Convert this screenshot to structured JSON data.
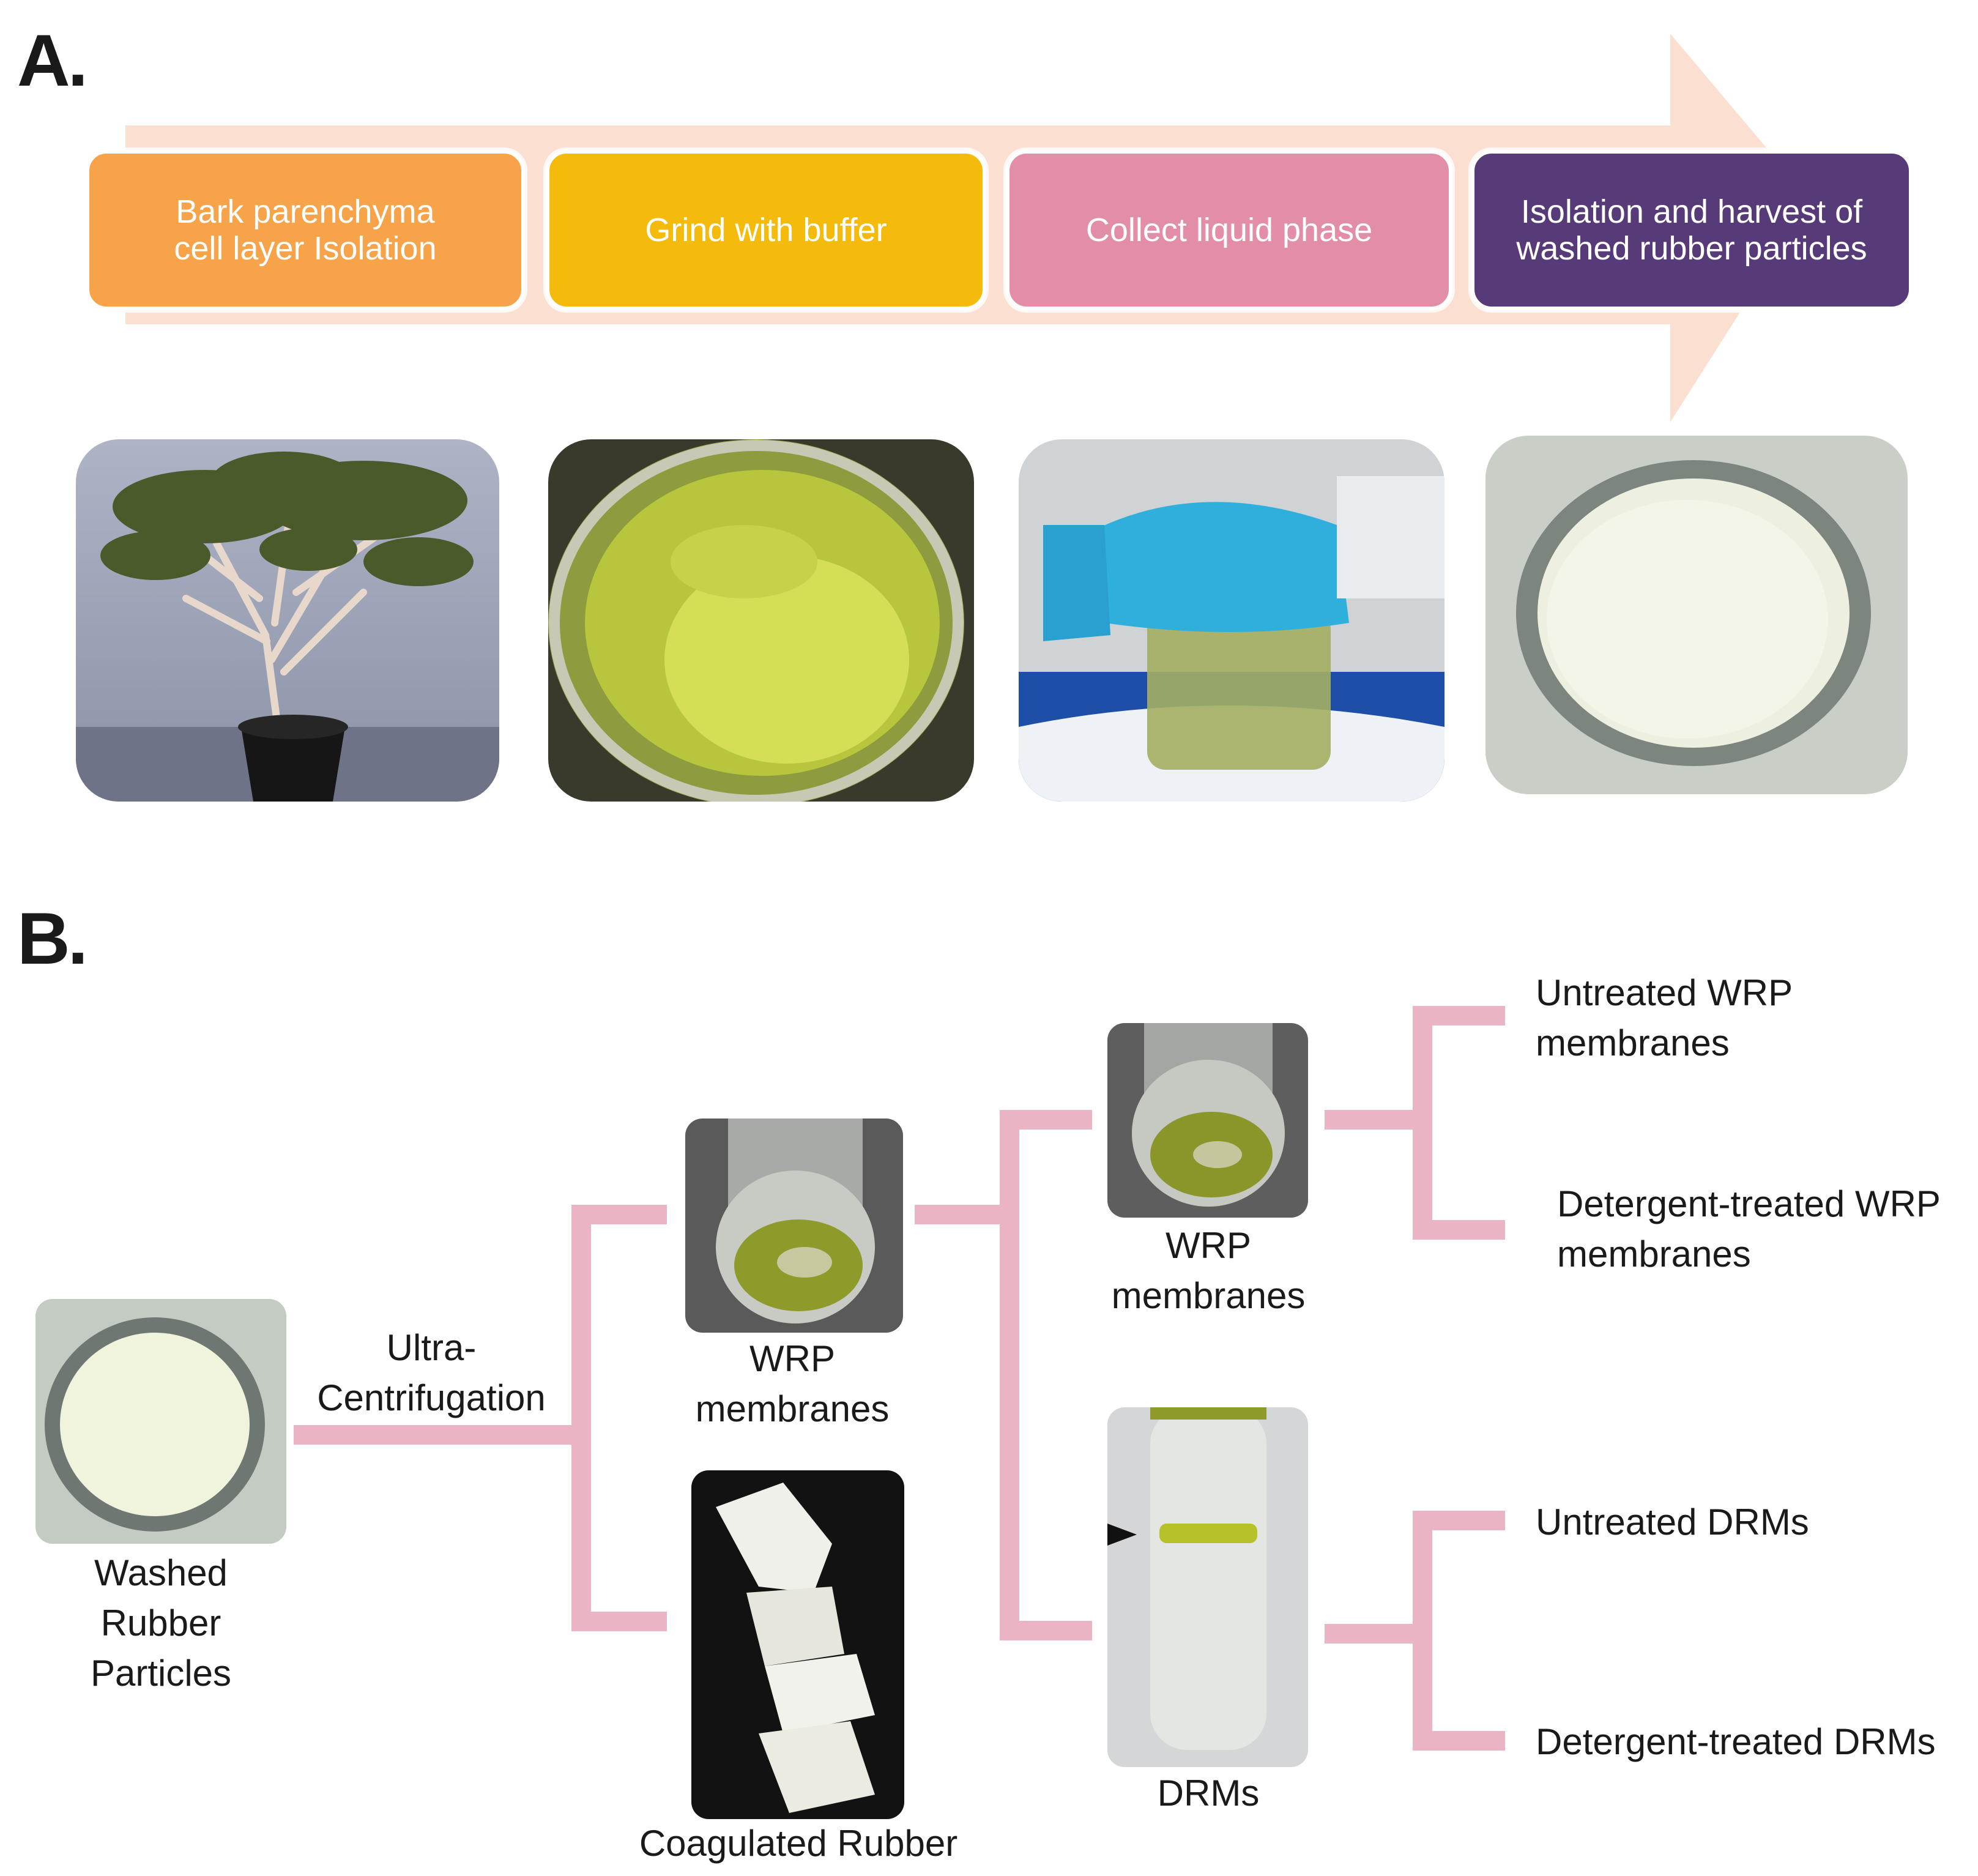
{
  "panel_a": {
    "label": "A.",
    "colors": {
      "arrow": "#fbe0d2",
      "step1": "#f7a34a",
      "step2": "#f4bb0d",
      "step3": "#e28ea6",
      "step4": "#573a78"
    },
    "steps": [
      {
        "label": "Bark parenchyma\ncell layer Isolation",
        "photo": "plant-photo"
      },
      {
        "label": "Grind with buffer",
        "photo": "green-slurry-bowl-photo"
      },
      {
        "label": "Collect liquid phase",
        "photo": "gloved-hands-squeezing-photo"
      },
      {
        "label": "Isolation and harvest of\nwashed rubber particles",
        "photo": "washed-rubber-dish-photo"
      }
    ]
  },
  "panel_b": {
    "label": "B.",
    "colors": {
      "connector": "#eab4c5"
    },
    "start": {
      "caption": "Washed\nRubber\nParticles"
    },
    "step_label": "Ultra-\nCentrifugation",
    "wrp_membranes_1": {
      "caption": "WRP\nmembranes"
    },
    "coagulated_rubber": {
      "caption": "Coagulated Rubber"
    },
    "wrp_membranes_2": {
      "caption": "WRP\nmembranes"
    },
    "drms": {
      "caption": "DRMs"
    },
    "outputs": [
      "Untreated WRP\nmembranes",
      "Detergent-treated WRP\nmembranes",
      "Untreated DRMs",
      "Detergent-treated DRMs"
    ]
  }
}
